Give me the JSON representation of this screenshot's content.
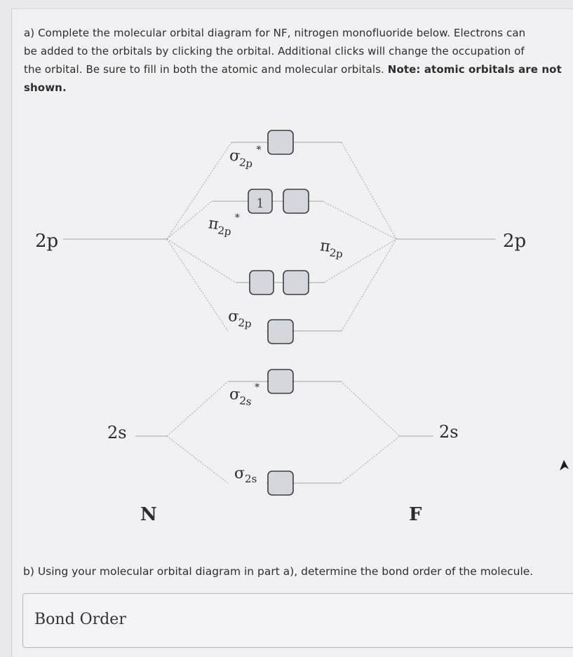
{
  "question_a": {
    "line1": "a) Complete the molecular orbital diagram for NF, nitrogen monofluoride below. Electrons can",
    "line2": "be added to the orbitals by clicking the orbital. Additional clicks will change the occupation of",
    "line3_prefix": "the orbital. Be sure to fill in both the atomic and molecular orbitals. ",
    "line3_note": "Note: atomic orbitals are not",
    "line4": "shown."
  },
  "diagram": {
    "left_atom": "N",
    "right_atom": "F",
    "left_2p": "2p",
    "right_2p": "2p",
    "left_2s": "2s",
    "right_2s": "2s",
    "sigma2p_star": {
      "sym": "σ",
      "sub": "2p",
      "sup": "*",
      "occupancy": ""
    },
    "pi2p_star": {
      "sym": "π",
      "sub": "2p",
      "sup": "*",
      "occupancy": [
        "1",
        ""
      ]
    },
    "pi2p": {
      "sym": "π",
      "sub": "2p",
      "occupancy": [
        "",
        ""
      ]
    },
    "sigma2p": {
      "sym": "σ",
      "sub": "2p",
      "occupancy": ""
    },
    "sigma2s_star": {
      "sym": "σ",
      "sub": "2s",
      "sup": "*",
      "occupancy": ""
    },
    "sigma2s": {
      "sym": "σ",
      "sub": "2s",
      "occupancy": ""
    }
  },
  "question_b": {
    "text": "b) Using your molecular orbital diagram in part a), determine the bond order of the molecule."
  },
  "bond_order": {
    "label": "Bond Order",
    "value": ""
  },
  "colors": {
    "box_fill": "#d4d7dc",
    "box_stroke": "#3b3f45",
    "line": "#b8b8bb",
    "dotted": "#a7a7aa",
    "text": "#2b2b2b"
  }
}
